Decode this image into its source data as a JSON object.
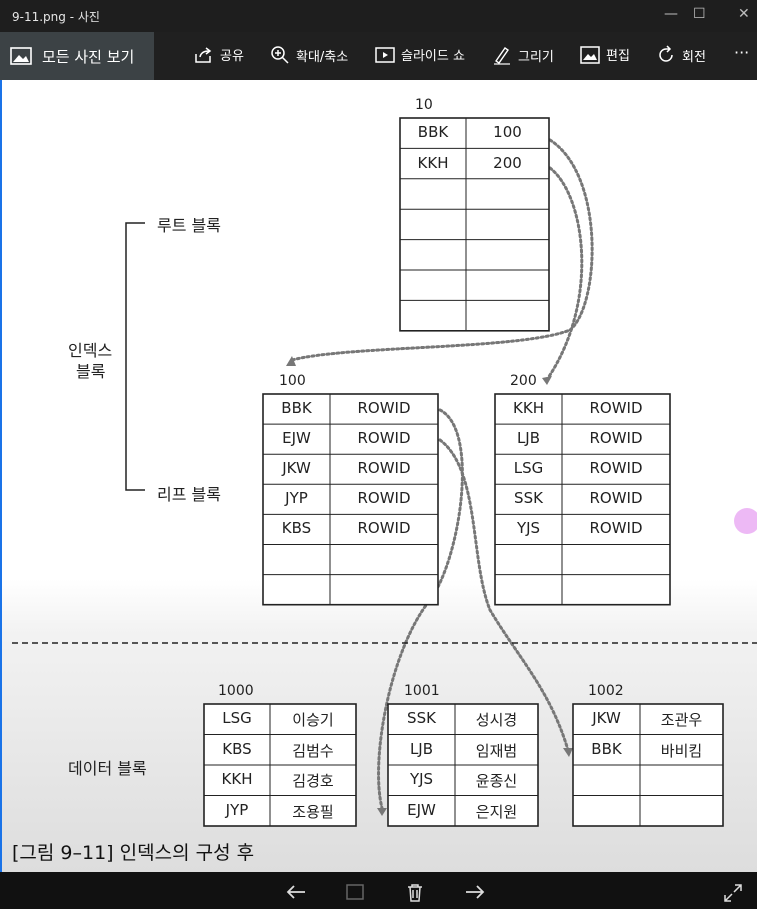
{
  "window": {
    "title": "9-11.png - 사진"
  },
  "toolbar": {
    "back_label": "모든 사진 보기",
    "share": "공유",
    "zoom": "확대/축소",
    "slideshow": "슬라이드 쇼",
    "draw": "그리기",
    "edit": "편집",
    "rotate": "회전",
    "more": "···"
  },
  "figure": {
    "labels": {
      "root": "루트 블록",
      "leaf": "리프 블록",
      "index_line1": "인덱스",
      "index_line2": "블록",
      "data": "데이터 블록"
    },
    "root_block": {
      "id": "10",
      "rows": [
        [
          "BBK",
          "100"
        ],
        [
          "KKH",
          "200"
        ],
        [
          "",
          ""
        ],
        [
          "",
          ""
        ],
        [
          "",
          ""
        ],
        [
          "",
          ""
        ],
        [
          "",
          ""
        ]
      ]
    },
    "leaf_blocks": [
      {
        "id": "100",
        "rows": [
          [
            "BBK",
            "ROWID"
          ],
          [
            "EJW",
            "ROWID"
          ],
          [
            "JKW",
            "ROWID"
          ],
          [
            "JYP",
            "ROWID"
          ],
          [
            "KBS",
            "ROWID"
          ],
          [
            "",
            ""
          ],
          [
            "",
            ""
          ]
        ]
      },
      {
        "id": "200",
        "rows": [
          [
            "KKH",
            "ROWID"
          ],
          [
            "LJB",
            "ROWID"
          ],
          [
            "LSG",
            "ROWID"
          ],
          [
            "SSK",
            "ROWID"
          ],
          [
            "YJS",
            "ROWID"
          ],
          [
            "",
            ""
          ],
          [
            "",
            ""
          ]
        ]
      }
    ],
    "data_blocks": [
      {
        "id": "1000",
        "rows": [
          [
            "LSG",
            "이승기"
          ],
          [
            "KBS",
            "김범수"
          ],
          [
            "KKH",
            "김경호"
          ],
          [
            "JYP",
            "조용필"
          ]
        ]
      },
      {
        "id": "1001",
        "rows": [
          [
            "SSK",
            "성시경"
          ],
          [
            "LJB",
            "임재범"
          ],
          [
            "YJS",
            "윤종신"
          ],
          [
            "EJW",
            "은지원"
          ]
        ]
      },
      {
        "id": "1002",
        "rows": [
          [
            "JKW",
            "조관우"
          ],
          [
            "BBK",
            "바비킴"
          ],
          [
            "",
            ""
          ],
          [
            "",
            ""
          ]
        ]
      }
    ],
    "caption": "[그림 9–11] 인덱스의 구성 후"
  }
}
